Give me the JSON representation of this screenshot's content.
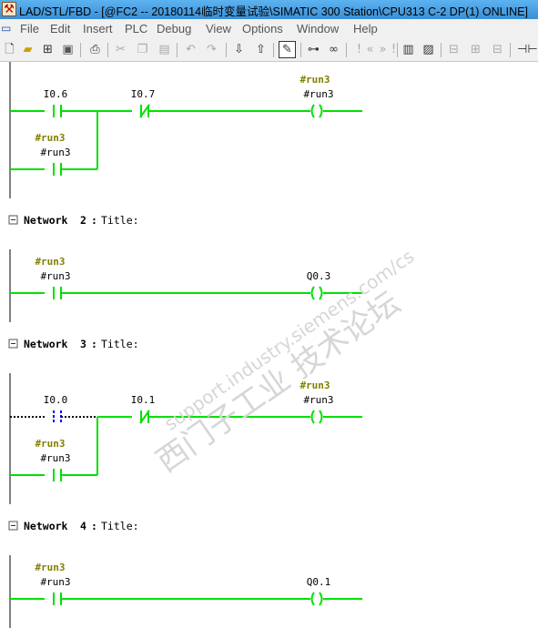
{
  "window": {
    "title": "LAD/STL/FBD  - [@FC2 -- 20180114临时变量试验\\SIMATIC 300 Station\\CPU313 C-2 DP(1)  ONLINE]",
    "app_icon": "ladder-app-icon"
  },
  "menu": {
    "items": [
      {
        "label": "File"
      },
      {
        "label": "Edit"
      },
      {
        "label": "Insert"
      },
      {
        "label": "PLC"
      },
      {
        "label": "Debug"
      },
      {
        "label": "View"
      },
      {
        "label": "Options"
      },
      {
        "label": "Window"
      },
      {
        "label": "Help"
      }
    ]
  },
  "toolbar": {
    "icons": [
      "new-icon",
      "open-icon",
      "accessible-nodes-icon",
      "save-icon",
      "print-icon",
      "cut-icon",
      "copy-icon",
      "paste-icon",
      "undo-icon",
      "redo-icon",
      "download-icon",
      "upload-icon",
      "monitor-icon",
      "modify-icon",
      "monitor-glasses-icon",
      "breakpoint-icon",
      "step-icon",
      "overview-icon",
      "details-icon",
      "network-insert-icon",
      "contact-icon",
      "coil-icon",
      "box-icon",
      "branch-icon"
    ]
  },
  "networks": [
    {
      "contacts": [
        {
          "address": "I0.6",
          "symbol": "",
          "state": "normal"
        },
        {
          "address": "I0.7",
          "symbol": "",
          "state": "normal"
        },
        {
          "address": "#run3",
          "symbol": "#run3",
          "state": "active"
        }
      ],
      "coil": {
        "address": "#run3",
        "symbol": "#run3"
      }
    },
    {
      "header": {
        "label": "Network",
        "number": "2",
        "colon": ":",
        "title": "Title:"
      },
      "contacts": [
        {
          "address": "#run3",
          "symbol": "#run3",
          "state": "active"
        }
      ],
      "coil": {
        "address": "Q0.3",
        "symbol": ""
      }
    },
    {
      "header": {
        "label": "Network",
        "number": "3",
        "colon": ":",
        "title": "Title:"
      },
      "contacts": [
        {
          "address": "I0.0",
          "symbol": "",
          "state": "inactive"
        },
        {
          "address": "I0.1",
          "symbol": "",
          "state": "normal"
        },
        {
          "address": "#run3",
          "symbol": "#run3",
          "state": "active"
        }
      ],
      "coil": {
        "address": "#run3",
        "symbol": "#run3"
      }
    },
    {
      "header": {
        "label": "Network",
        "number": "4",
        "colon": ":",
        "title": "Title:"
      },
      "contacts": [
        {
          "address": "#run3",
          "symbol": "#run3",
          "state": "active"
        }
      ],
      "coil": {
        "address": "Q0.1",
        "symbol": ""
      }
    }
  ],
  "watermark": {
    "cn": "西门子工业 技术论坛",
    "url": "support.industry.siemens.com/cs"
  },
  "colors": {
    "power_flow": "#00e000",
    "symbol": "#808000",
    "address": "#000000",
    "inactive": "#0000ff"
  }
}
